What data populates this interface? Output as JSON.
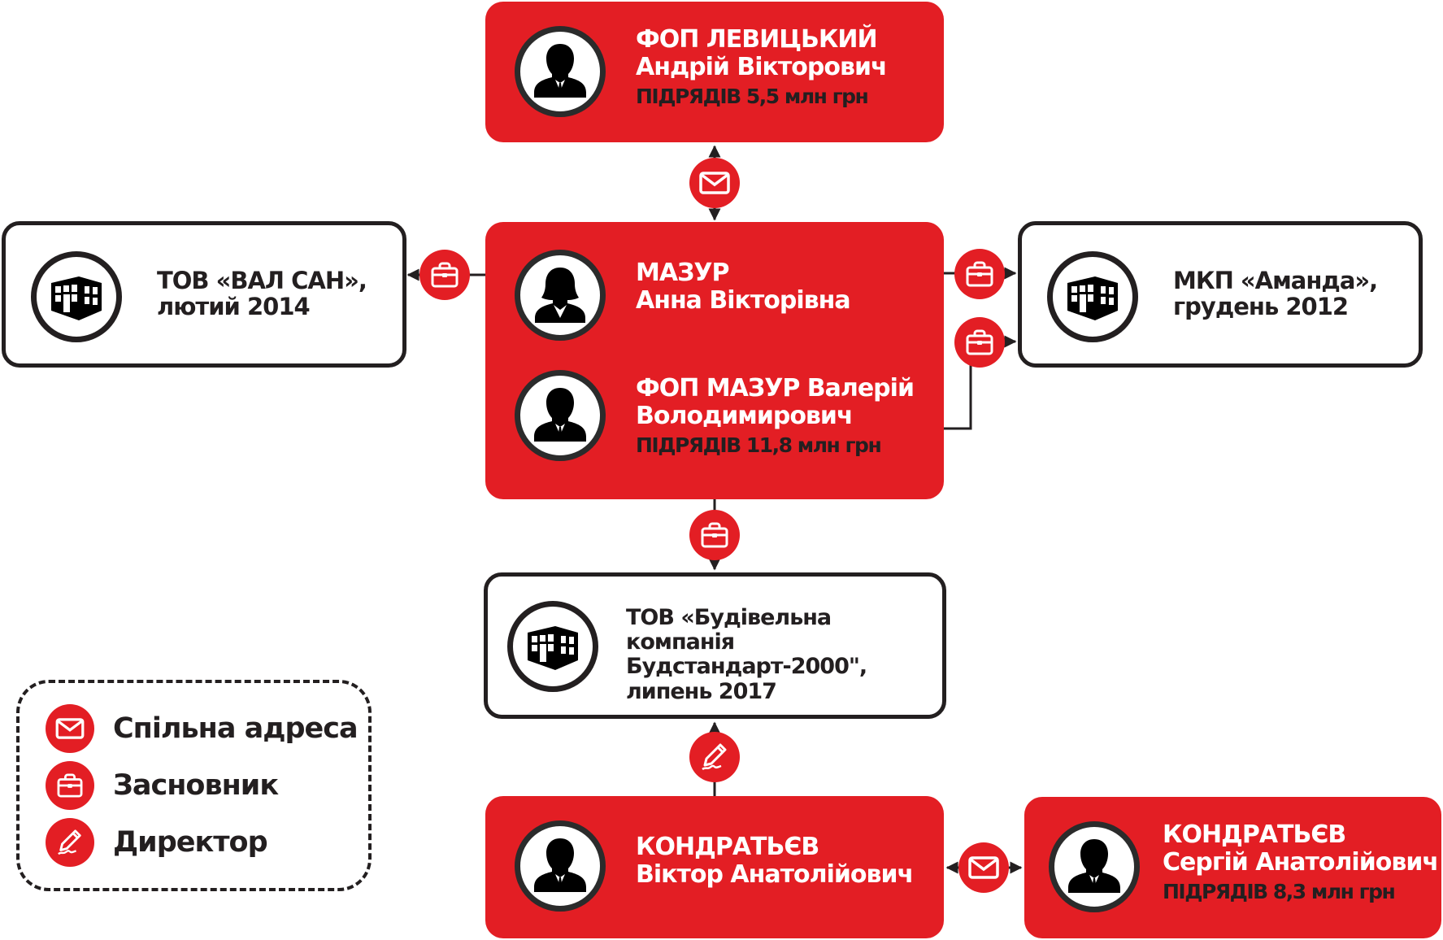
{
  "colors": {
    "accent": "#e31e24",
    "ink": "#231f20",
    "background": "#ffffff"
  },
  "persons": {
    "levytskyi": {
      "line1": "ФОП ЛЕВИЦЬКИЙ",
      "line2": "Андрій Вікторович",
      "contracts": "ПІДРЯДІВ 5,5 млн грн",
      "icon": "man-avatar-icon"
    },
    "mazur_anna": {
      "line1": "МАЗУР",
      "line2": "Анна Вікторівна",
      "icon": "woman-avatar-icon"
    },
    "mazur_valerii": {
      "line1": "ФОП МАЗУР Валерій",
      "line2": "Володимирович",
      "contracts": "ПІДРЯДІВ 11,8 млн грн",
      "icon": "man-avatar-icon"
    },
    "kondratiev_viktor": {
      "line1": "КОНДРАТЬЄВ",
      "line2": "Віктор Анатолійович",
      "icon": "man-avatar-icon"
    },
    "kondratiev_serhii": {
      "line1": "КОНДРАТЬЄВ",
      "line2": "Сергій Анатолійович",
      "contracts": "ПІДРЯДІВ 8,3 млн грн",
      "icon": "man-avatar-icon"
    }
  },
  "companies": {
    "val_san": {
      "line1": "ТОВ «ВАЛ САН»,",
      "line2": "лютий 2014",
      "icon": "building-icon"
    },
    "amanda": {
      "line1": "МКП «Аманда»,",
      "line2": "грудень 2012",
      "icon": "building-icon"
    },
    "budstandart": {
      "line1": "ТОВ «Будівельна компанія",
      "line2": "Будстандарт-2000\",",
      "line3": "липень 2017",
      "icon": "building-icon"
    }
  },
  "connections": [
    {
      "from": "ФОП ЛЕВИЦЬКИЙ",
      "to": "МАЗУР",
      "type": "mail-icon",
      "relation": "Спільна адреса"
    },
    {
      "from": "МАЗУР",
      "to": "ТОВ «ВАЛ САН»",
      "type": "briefcase-icon",
      "relation": "Засновник"
    },
    {
      "from": "МАЗУР Анна",
      "to": "МКП «Аманда»",
      "type": "briefcase-icon",
      "relation": "Засновник"
    },
    {
      "from": "ФОП МАЗУР Валерій",
      "to": "МКП «Аманда»",
      "type": "briefcase-icon",
      "relation": "Засновник"
    },
    {
      "from": "МАЗУР",
      "to": "ТОВ «Будівельна компанія Будстандарт-2000\"",
      "type": "briefcase-icon",
      "relation": "Засновник"
    },
    {
      "from": "КОНДРАТЬЄВ Віктор",
      "to": "ТОВ «Будівельна компанія Будстандарт-2000\"",
      "type": "pen-icon",
      "relation": "Директор"
    },
    {
      "from": "КОНДРАТЬЄВ Віктор",
      "to": "КОНДРАТЬЄВ Сергій",
      "type": "mail-icon",
      "relation": "Спільна адреса"
    }
  ],
  "legend": {
    "items": [
      {
        "label": "Спільна адреса",
        "icon": "mail-icon"
      },
      {
        "label": "Засновник",
        "icon": "briefcase-icon"
      },
      {
        "label": "Директор",
        "icon": "pen-icon"
      }
    ]
  }
}
